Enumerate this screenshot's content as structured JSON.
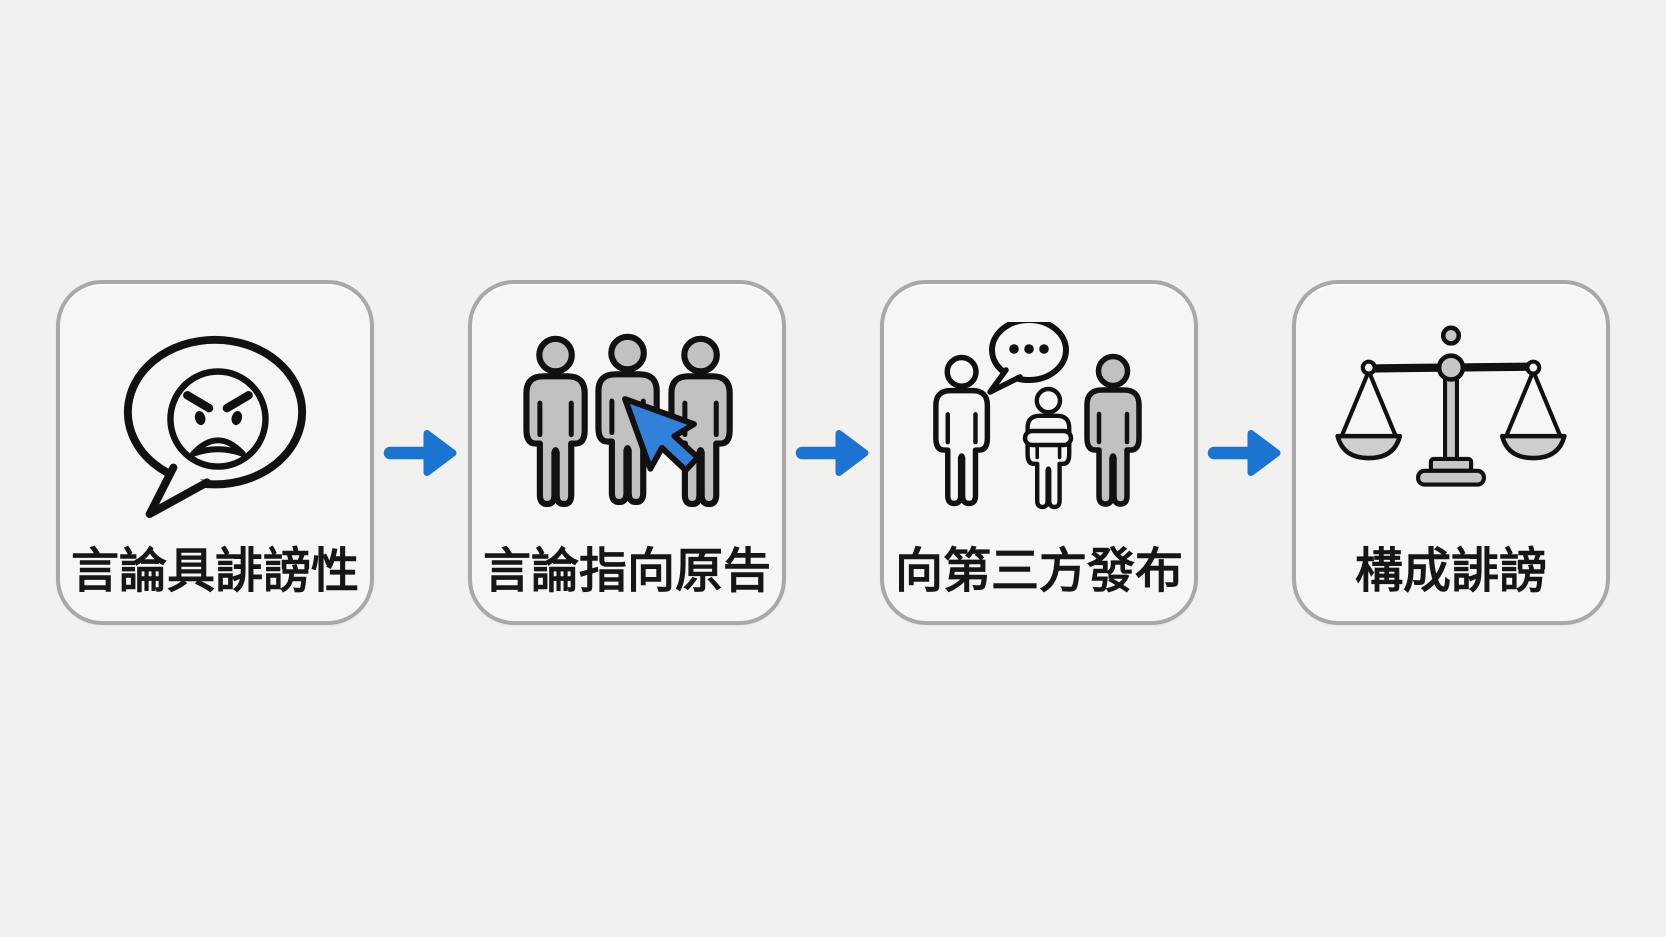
{
  "diagram": {
    "type": "flowchart",
    "direction": "left-to-right",
    "steps": [
      {
        "label": "言論具誹謗性",
        "icon": "angry-speech-bubble"
      },
      {
        "label": "言論指向原告",
        "icon": "three-people-with-cursor"
      },
      {
        "label": "向第三方發布",
        "icon": "person-speaking-to-third-parties"
      },
      {
        "label": "構成誹謗",
        "icon": "scales-of-justice"
      }
    ],
    "connector": {
      "style": "arrow",
      "color": "#1b74d2"
    },
    "colors": {
      "background": "#f2f1ef",
      "card_fill": "#f7f6f4",
      "card_border": "#a8a8a8",
      "outline_black": "#111111",
      "figure_gray": "#c2c1bf",
      "cursor_blue": "#3181da",
      "arrow_blue": "#1b74d2",
      "label_text": "#161616"
    }
  }
}
